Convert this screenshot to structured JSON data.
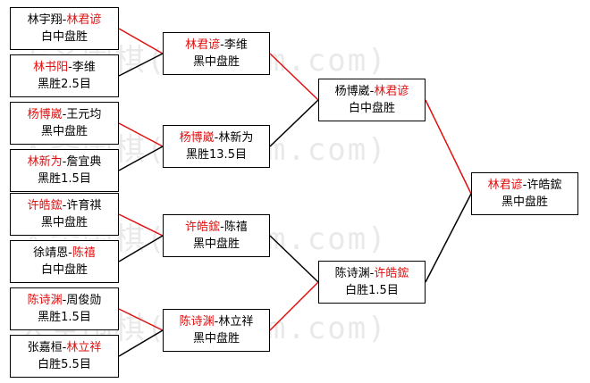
{
  "watermark": "大圣围棋(hoetom.com)",
  "colors": {
    "winner_text": "#e01010",
    "connector": "#e01010",
    "loser_connector": "#000000",
    "border": "#000000"
  },
  "matches": [
    {
      "id": "r1m1",
      "p1": "林宇翔",
      "p2": "林君谚",
      "winner": 2,
      "result": "白中盘胜"
    },
    {
      "id": "r1m2",
      "p1": "林书阳",
      "p2": "李维",
      "winner": 1,
      "result": "黑胜2.5目"
    },
    {
      "id": "r1m3",
      "p1": "杨博崴",
      "p2": "王元均",
      "winner": 1,
      "result": "黑中盘胜"
    },
    {
      "id": "r1m4",
      "p1": "林新为",
      "p2": "詹宜典",
      "winner": 1,
      "result": "黑胜1.5目"
    },
    {
      "id": "r1m5",
      "p1": "许皓鋐",
      "p2": "许育祺",
      "winner": 1,
      "result": "黑中盘胜"
    },
    {
      "id": "r1m6",
      "p1": "徐靖恩",
      "p2": "陈禧",
      "winner": 2,
      "result": "白中盘胜"
    },
    {
      "id": "r1m7",
      "p1": "陈诗渊",
      "p2": "周俊勋",
      "winner": 1,
      "result": "黑胜1.5目"
    },
    {
      "id": "r1m8",
      "p1": "张嘉桓",
      "p2": "林立祥",
      "winner": 2,
      "result": "白胜5.5目"
    },
    {
      "id": "r2m1",
      "p1": "林君谚",
      "p2": "李维",
      "winner": 1,
      "result": "黑中盘胜"
    },
    {
      "id": "r2m2",
      "p1": "杨博崴",
      "p2": "林新为",
      "winner": 1,
      "result": "黑胜13.5目"
    },
    {
      "id": "r2m3",
      "p1": "许皓鋐",
      "p2": "陈禧",
      "winner": 1,
      "result": "黑中盘胜"
    },
    {
      "id": "r2m4",
      "p1": "陈诗渊",
      "p2": "林立祥",
      "winner": 1,
      "result": "黑中盘胜"
    },
    {
      "id": "r3m1",
      "p1": "杨博崴",
      "p2": "林君谚",
      "winner": 2,
      "result": "白中盘胜"
    },
    {
      "id": "r3m2",
      "p1": "陈诗渊",
      "p2": "许皓鋐",
      "winner": 2,
      "result": "白胜1.5目"
    },
    {
      "id": "r4m1",
      "p1": "林君谚",
      "p2": "许皓鋐",
      "winner": 1,
      "result": "黑中盘胜"
    }
  ],
  "connections": [
    {
      "from": "r1m1",
      "to": "r2m1",
      "won": true
    },
    {
      "from": "r1m2",
      "to": "r2m1",
      "won": false
    },
    {
      "from": "r1m3",
      "to": "r2m2",
      "won": true
    },
    {
      "from": "r1m4",
      "to": "r2m2",
      "won": false
    },
    {
      "from": "r1m5",
      "to": "r2m3",
      "won": true
    },
    {
      "from": "r1m6",
      "to": "r2m3",
      "won": false
    },
    {
      "from": "r1m7",
      "to": "r2m4",
      "won": true
    },
    {
      "from": "r1m8",
      "to": "r2m4",
      "won": false
    },
    {
      "from": "r2m1",
      "to": "r3m1",
      "won": true
    },
    {
      "from": "r2m2",
      "to": "r3m1",
      "won": false
    },
    {
      "from": "r2m3",
      "to": "r3m2",
      "won": false
    },
    {
      "from": "r2m4",
      "to": "r3m2",
      "won": true
    },
    {
      "from": "r3m1",
      "to": "r4m1",
      "won": true
    },
    {
      "from": "r3m2",
      "to": "r4m1",
      "won": false
    }
  ]
}
